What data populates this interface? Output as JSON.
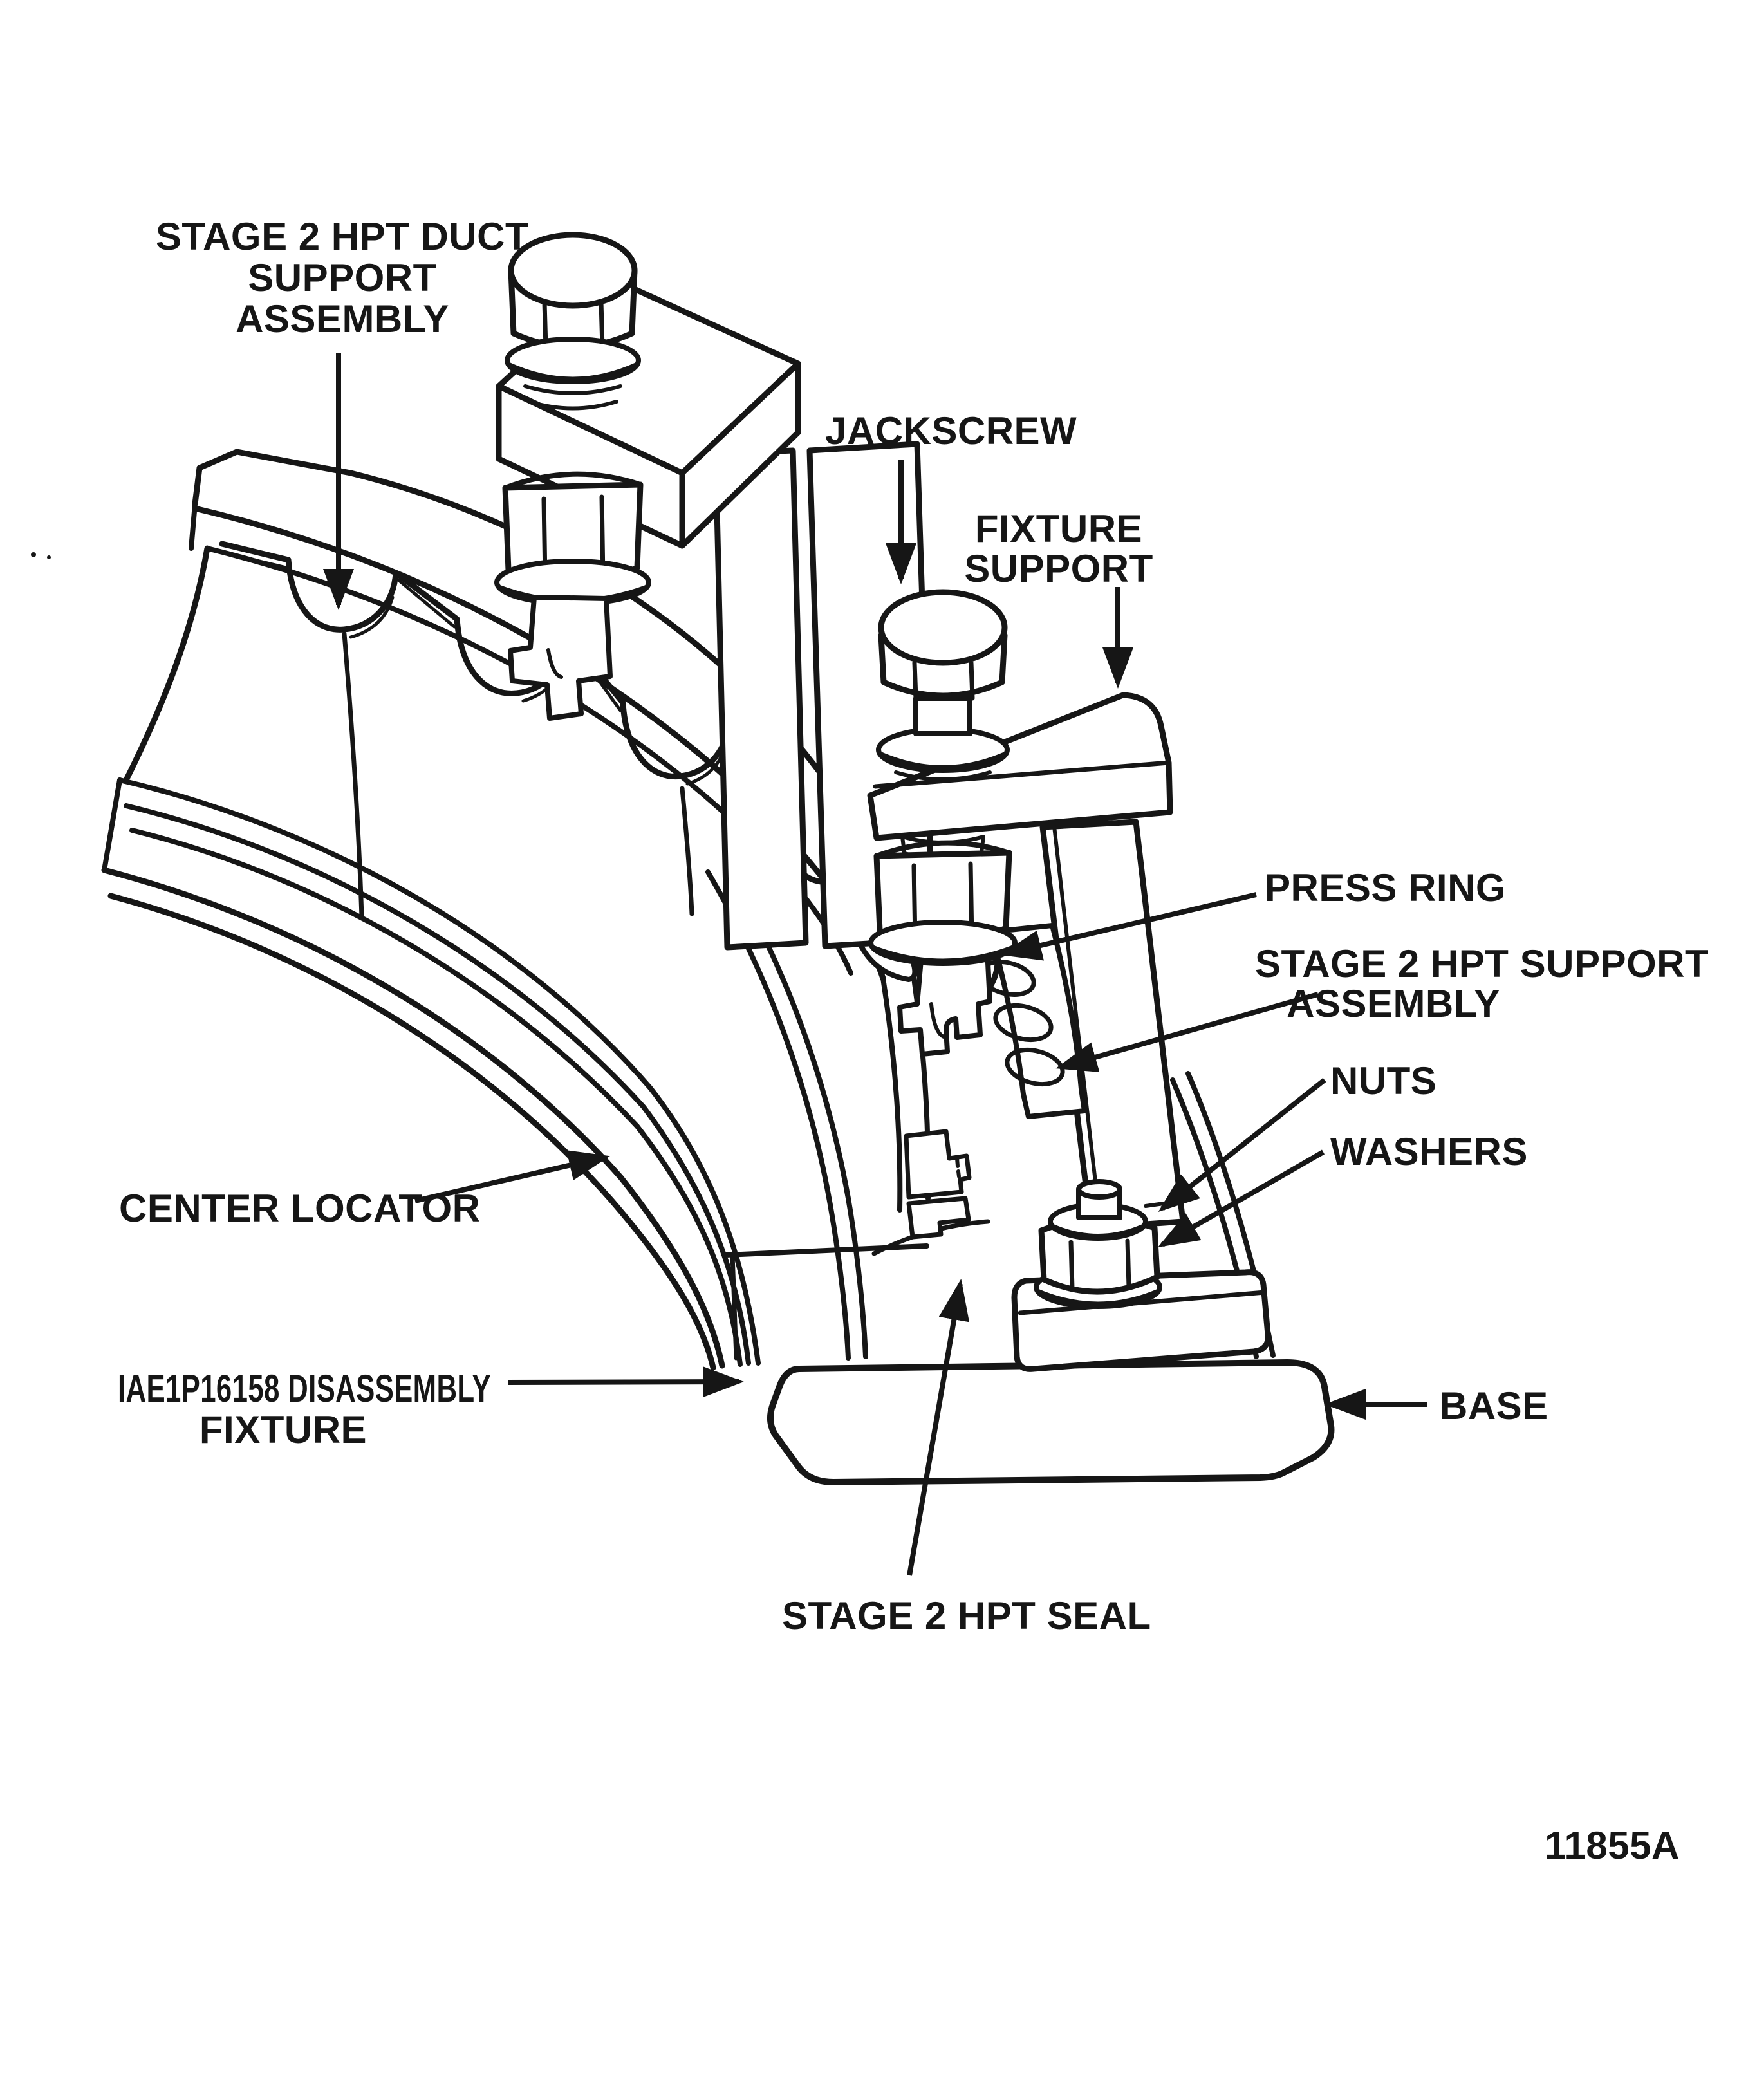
{
  "figure": {
    "figure_number": "11855A",
    "colors": {
      "ink": "#161616",
      "paper": "#ffffff"
    },
    "labels": {
      "duct_support_line1": "STAGE 2 HPT DUCT",
      "duct_support_line2": "SUPPORT",
      "duct_support_line3": "ASSEMBLY",
      "jackscrew": "JACKSCREW",
      "fixture_support_line1": "FIXTURE",
      "fixture_support_line2": "SUPPORT",
      "press_ring": "PRESS RING",
      "support_assembly_line1": "STAGE 2 HPT SUPPORT",
      "support_assembly_line2": "ASSEMBLY",
      "nuts": "NUTS",
      "washers": "WASHERS",
      "center_locator": "CENTER LOCATOR",
      "disassembly_fixture_line1": "IAE1P16158 DISASSEMBLY",
      "disassembly_fixture_line2": "FIXTURE",
      "seal": "STAGE 2 HPT SEAL",
      "base": "BASE"
    }
  }
}
